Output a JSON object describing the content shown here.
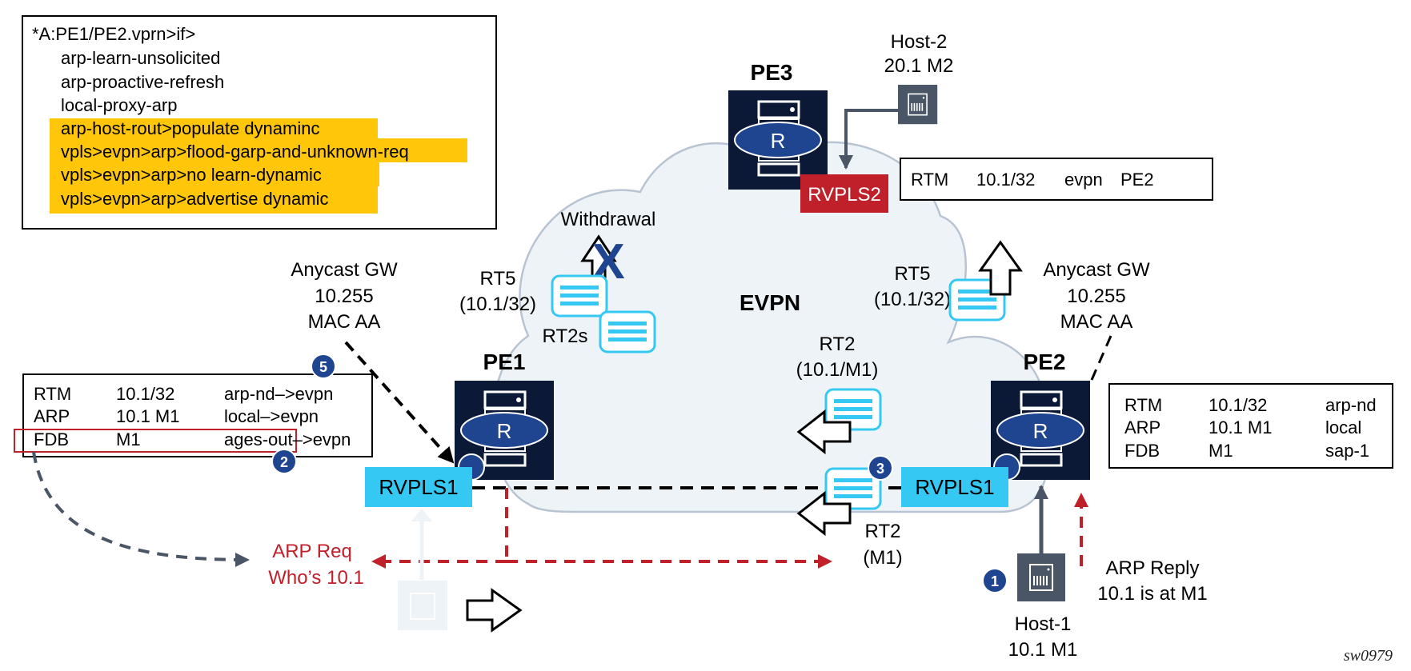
{
  "config_box": {
    "header": "*A:PE1/PE2.vprn>if>",
    "lines": [
      {
        "text": "arp-learn-unsolicited",
        "highlight": false
      },
      {
        "text": "arp-proactive-refresh",
        "highlight": false
      },
      {
        "text": "local-proxy-arp",
        "highlight": false
      },
      {
        "text": "arp-host-rout>populate dynaminc",
        "highlight": true
      },
      {
        "text": "vpls>evpn>arp>flood-garp-and-unknown-req",
        "highlight": true
      },
      {
        "text": "vpls>evpn>arp>no learn-dynamic",
        "highlight": true
      },
      {
        "text": "vpls>evpn>arp>advertise dynamic",
        "highlight": true
      }
    ]
  },
  "nodes": {
    "pe1": {
      "label": "PE1",
      "router": "R"
    },
    "pe2": {
      "label": "PE2",
      "router": "R"
    },
    "pe3": {
      "label": "PE3",
      "router": "R"
    },
    "cloud": {
      "label": "EVPN"
    }
  },
  "interfaces": {
    "pe1_rvpls": "RVPLS1",
    "pe2_rvpls": "RVPLS1",
    "pe3_rvpls": "RVPLS2"
  },
  "hosts": {
    "host1": {
      "name": "Host-1",
      "addr": "10.1 M1"
    },
    "host2": {
      "name": "Host-2",
      "addr": "20.1 M2"
    }
  },
  "anycast_left": {
    "l1": "Anycast GW",
    "l2": "10.255",
    "l3": "MAC AA"
  },
  "anycast_right": {
    "l1": "Anycast GW",
    "l2": "10.255",
    "l3": "MAC AA"
  },
  "routes": {
    "withdrawal": "Withdrawal",
    "rt5_left": {
      "l1": "RT5",
      "l2": "(10.1/32)"
    },
    "rt2s": "RT2s",
    "rt5_right": {
      "l1": "RT5",
      "l2": "(10.1/32)"
    },
    "rt2_mid": {
      "l1": "RT2",
      "l2": "(10.1/M1)"
    },
    "rt2_bottom": {
      "l1": "RT2",
      "l2": "(M1)"
    }
  },
  "arp": {
    "req": {
      "l1": "ARP Req",
      "l2": "Who’s 10.1"
    },
    "reply": {
      "l1": "ARP Reply",
      "l2": "10.1 is at M1"
    }
  },
  "table_pe1": {
    "rows": [
      [
        "RTM",
        "10.1/32",
        "arp-nd–>evpn"
      ],
      [
        "ARP",
        "10.1 M1",
        "local–>evpn"
      ],
      [
        "FDB",
        "M1",
        "ages-out–>evpn"
      ]
    ],
    "highlighted_row": 2
  },
  "table_pe2": {
    "rows": [
      [
        "RTM",
        "10.1/32",
        "arp-nd"
      ],
      [
        "ARP",
        "10.1 M1",
        "local"
      ],
      [
        "FDB",
        "M1",
        "sap-1"
      ]
    ]
  },
  "table_pe3": {
    "cells": [
      "RTM",
      "10.1/32",
      "evpn",
      "PE2"
    ]
  },
  "steps": {
    "s1": "1",
    "s2": "2",
    "s3": "3",
    "s5": "5"
  },
  "caption": "sw0979",
  "colors": {
    "router_bg": "#0b1836",
    "router_oval": "#1f4590",
    "rvpls_blue": "#35c8f2",
    "rvpls_red": "#c0202a",
    "highlight": "#ffc60a",
    "cloud_fill": "#eef3f8",
    "cloud_stroke": "#b8c4d2",
    "host_box": "#4a5666",
    "step_badge": "#1f4590",
    "arp_red": "#c0202a"
  }
}
